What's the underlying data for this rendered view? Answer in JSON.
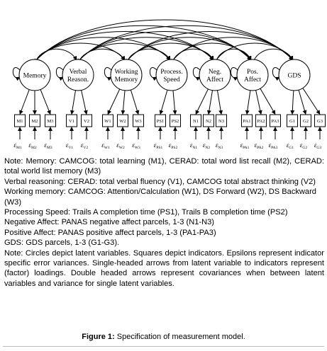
{
  "latents": [
    {
      "id": "memory",
      "lines": [
        "Memory"
      ]
    },
    {
      "id": "verbal",
      "lines": [
        "Verbal",
        "Reason."
      ]
    },
    {
      "id": "working",
      "lines": [
        "Working",
        "Memory"
      ]
    },
    {
      "id": "process",
      "lines": [
        "Process.",
        "Speed"
      ]
    },
    {
      "id": "negaffect",
      "lines": [
        "Neg.",
        "Affect"
      ]
    },
    {
      "id": "posaffect",
      "lines": [
        "Pos.",
        "Affect"
      ]
    },
    {
      "id": "gds",
      "lines": [
        "GDS"
      ]
    }
  ],
  "indicators": [
    {
      "label": "M1",
      "latent": 0,
      "error": "M1"
    },
    {
      "label": "M2",
      "latent": 0,
      "error": "M2"
    },
    {
      "label": "M3",
      "latent": 0,
      "error": "M3"
    },
    {
      "label": "V1",
      "latent": 1,
      "error": "V1"
    },
    {
      "label": "V2",
      "latent": 1,
      "error": "V2"
    },
    {
      "label": "W1",
      "latent": 2,
      "error": "W1"
    },
    {
      "label": "W2",
      "latent": 2,
      "error": "W2"
    },
    {
      "label": "W3",
      "latent": 2,
      "error": "W3"
    },
    {
      "label": "PS1",
      "latent": 3,
      "error": "PS1"
    },
    {
      "label": "PS2",
      "latent": 3,
      "error": "PS2"
    },
    {
      "label": "N1",
      "latent": 4,
      "error": "N1"
    },
    {
      "label": "N2",
      "latent": 4,
      "error": "N2"
    },
    {
      "label": "N3",
      "latent": 4,
      "error": "N3"
    },
    {
      "label": "PA1",
      "latent": 5,
      "error": "PA1"
    },
    {
      "label": "PA2",
      "latent": 5,
      "error": "PA2"
    },
    {
      "label": "PA3",
      "latent": 5,
      "error": "PA3"
    },
    {
      "label": "G1",
      "latent": 6,
      "error": "G1"
    },
    {
      "label": "G2",
      "latent": 6,
      "error": "G2"
    },
    {
      "label": "G3",
      "latent": 6,
      "error": "G3"
    }
  ],
  "error_symbol": "ε",
  "notes": {
    "memory": "Note: Memory: CAMCOG: total learning (M1), CERAD: total word list recall (M2), CERAD: total world list memory (M3)",
    "verbal": "Verbal reasoning: CERAD: total verbal fluency (V1), CAMCOG total abstract thinking (V2)",
    "working": "Working memory: CAMCOG: Attention/Calculation (W1), DS Forward (W2), DS Backward (W3)",
    "processing": "Processing Speed: Trails A completion time (PS1), Trails B completion time (PS2)",
    "negative": "Negative Affect: PANAS negative affect parcels, 1-3 (N1-N3)",
    "positive": "Positive Affect: PANAS positive affect parcels, 1-3 (PA1-PA3)",
    "gds": "GDS: GDS parcels, 1-3 (G1-G3).",
    "general": "Note: Circles depict latent variables. Squares depict indicators. Epsilons represent indicator specific error variances. Single-headed arrows from latent variable to indicators represent (factor) loadings. Double headed arrows represent covariances when between latent variables and variance for single latent variables."
  },
  "caption": {
    "label": "Figure 1:",
    "text": "Specification of measurement model."
  },
  "colors": {
    "line": "#000000",
    "frame": "#bbbbbb"
  }
}
